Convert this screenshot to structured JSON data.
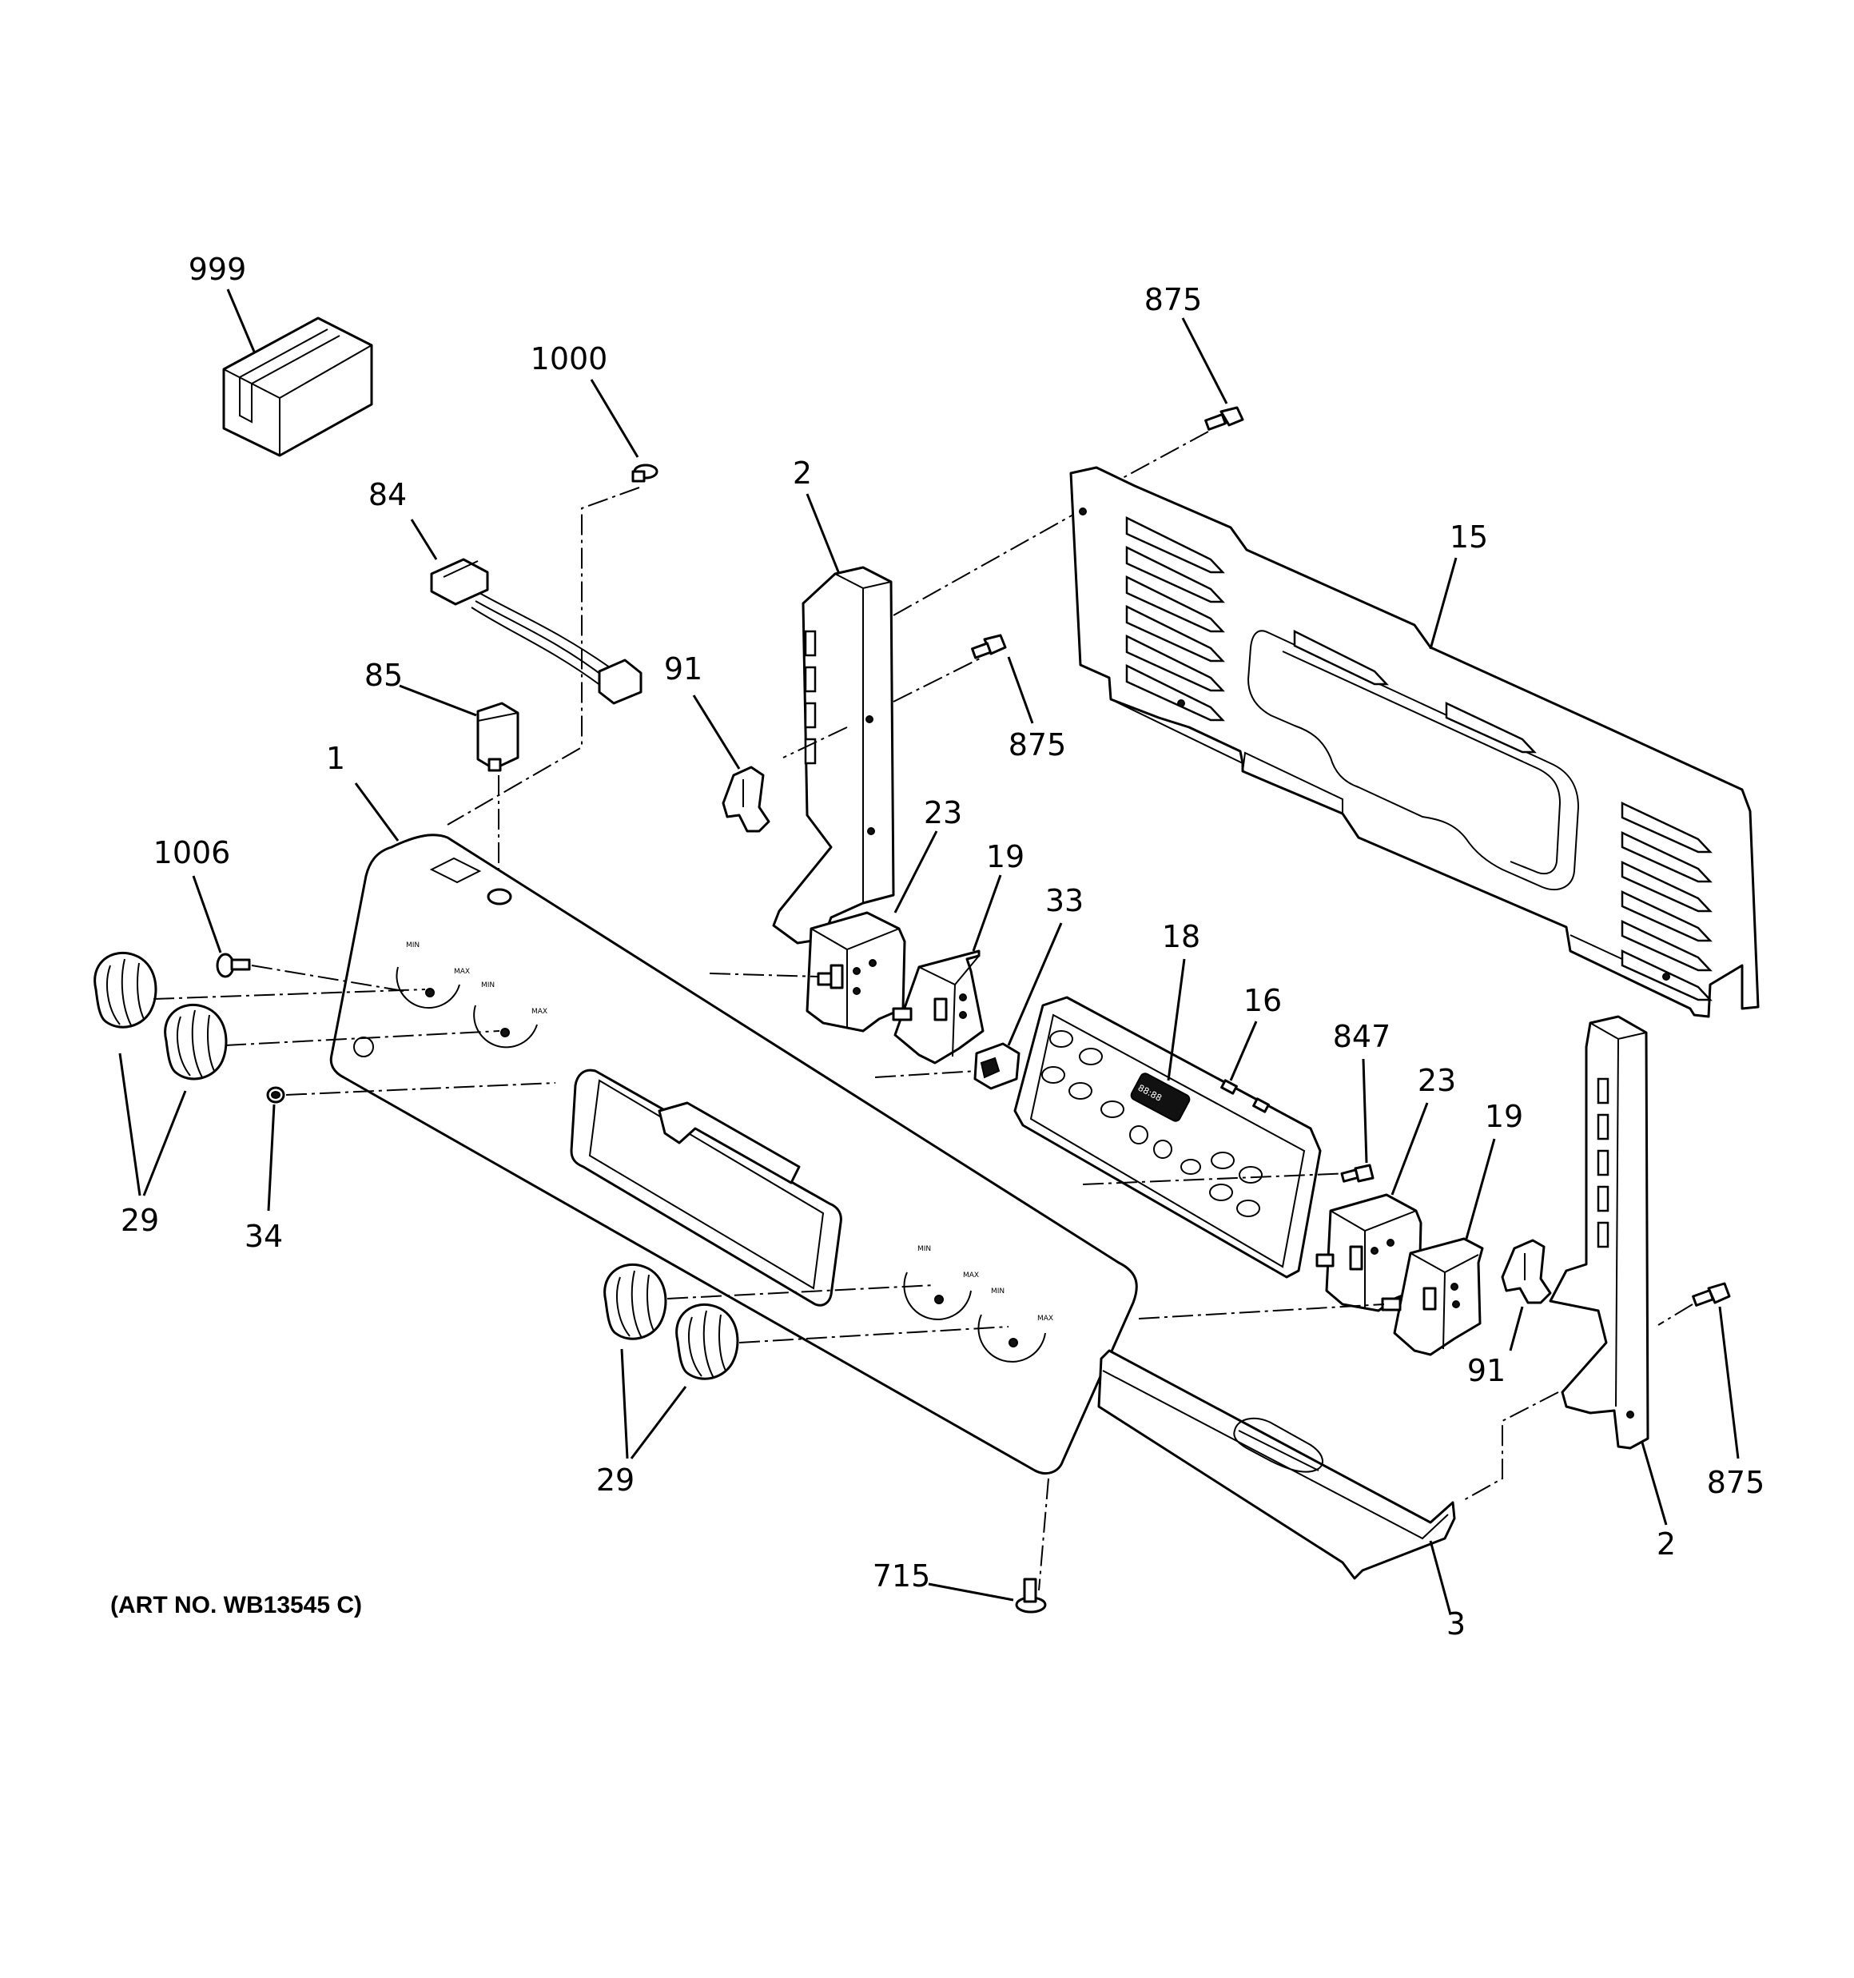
{
  "callouts": {
    "c999": "999",
    "c1000": "1000",
    "c84": "84",
    "c85": "85",
    "c1": "1",
    "c1006": "1006",
    "c29a": "29",
    "c34": "34",
    "c2a": "2",
    "c91a": "91",
    "c23a": "23",
    "c19a": "19",
    "c33": "33",
    "c875a": "875",
    "c875b": "875",
    "c15": "15",
    "c18": "18",
    "c16": "16",
    "c847": "847",
    "c23b": "23",
    "c19b": "19",
    "c91b": "91",
    "c2b": "2",
    "c875c": "875",
    "c29b": "29",
    "c715": "715",
    "c3": "3"
  },
  "panel_text": {
    "min": "MIN",
    "max": "MAX",
    "display": "88:88"
  },
  "art_ref": "(ART NO. WB13545 C)"
}
